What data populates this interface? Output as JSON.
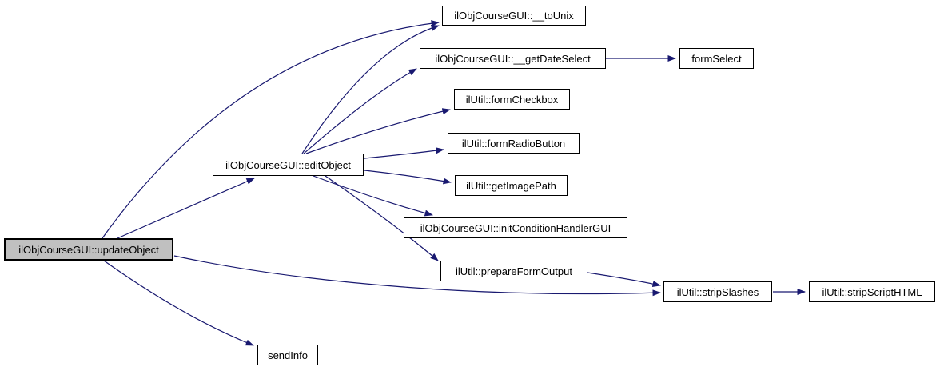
{
  "diagram": {
    "kind": "doxygen-call-graph",
    "colors": {
      "edge": "#191970",
      "highlight_fill": "#c0c0c0",
      "node_fill": "#ffffff",
      "node_border": "#000000"
    },
    "nodes": [
      {
        "id": "updateObject",
        "label": "ilObjCourseGUI::updateObject",
        "highlighted": true
      },
      {
        "id": "editObject",
        "label": "ilObjCourseGUI::editObject",
        "highlighted": false
      },
      {
        "id": "toUnix",
        "label": "ilObjCourseGUI::__toUnix",
        "highlighted": false
      },
      {
        "id": "getDateSelect",
        "label": "ilObjCourseGUI::__getDateSelect",
        "highlighted": false
      },
      {
        "id": "formSelect",
        "label": "formSelect",
        "highlighted": false
      },
      {
        "id": "formCheckbox",
        "label": "ilUtil::formCheckbox",
        "highlighted": false
      },
      {
        "id": "formRadioButton",
        "label": "ilUtil::formRadioButton",
        "highlighted": false
      },
      {
        "id": "getImagePath",
        "label": "ilUtil::getImagePath",
        "highlighted": false
      },
      {
        "id": "initConditionHandlerGUI",
        "label": "ilObjCourseGUI::initConditionHandlerGUI",
        "highlighted": false
      },
      {
        "id": "prepareFormOutput",
        "label": "ilUtil::prepareFormOutput",
        "highlighted": false
      },
      {
        "id": "stripSlashes",
        "label": "ilUtil::stripSlashes",
        "highlighted": false
      },
      {
        "id": "stripScriptHTML",
        "label": "ilUtil::stripScriptHTML",
        "highlighted": false
      },
      {
        "id": "sendInfo",
        "label": "sendInfo",
        "highlighted": false
      }
    ],
    "edges": [
      {
        "from": "updateObject",
        "to": "toUnix"
      },
      {
        "from": "updateObject",
        "to": "editObject"
      },
      {
        "from": "updateObject",
        "to": "stripSlashes"
      },
      {
        "from": "updateObject",
        "to": "sendInfo"
      },
      {
        "from": "editObject",
        "to": "toUnix"
      },
      {
        "from": "editObject",
        "to": "getDateSelect"
      },
      {
        "from": "editObject",
        "to": "formCheckbox"
      },
      {
        "from": "editObject",
        "to": "formRadioButton"
      },
      {
        "from": "editObject",
        "to": "getImagePath"
      },
      {
        "from": "editObject",
        "to": "initConditionHandlerGUI"
      },
      {
        "from": "editObject",
        "to": "prepareFormOutput"
      },
      {
        "from": "getDateSelect",
        "to": "formSelect"
      },
      {
        "from": "prepareFormOutput",
        "to": "stripSlashes"
      },
      {
        "from": "stripSlashes",
        "to": "stripScriptHTML"
      }
    ]
  }
}
